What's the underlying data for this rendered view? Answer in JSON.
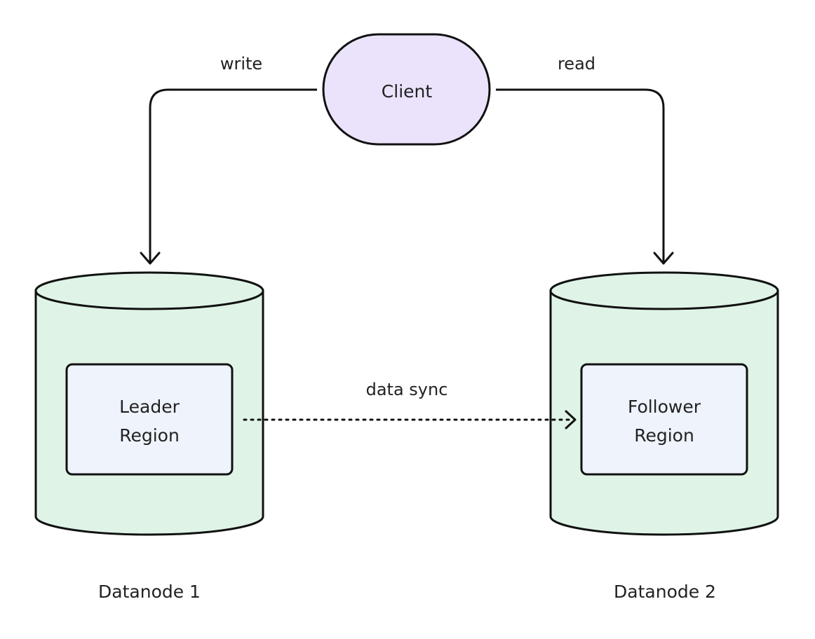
{
  "client": {
    "label": "Client",
    "fill": "#ebe3fb"
  },
  "edges": {
    "write": "write",
    "read": "read",
    "sync": "data sync"
  },
  "datanode1": {
    "label": "Datanode 1",
    "region": {
      "line1": "Leader",
      "line2": "Region"
    }
  },
  "datanode2": {
    "label": "Datanode 2",
    "region": {
      "line1": "Follower",
      "line2": "Region"
    }
  },
  "colors": {
    "cylinder": "#dff4e6",
    "region": "#eef3fc",
    "stroke": "#111111"
  }
}
